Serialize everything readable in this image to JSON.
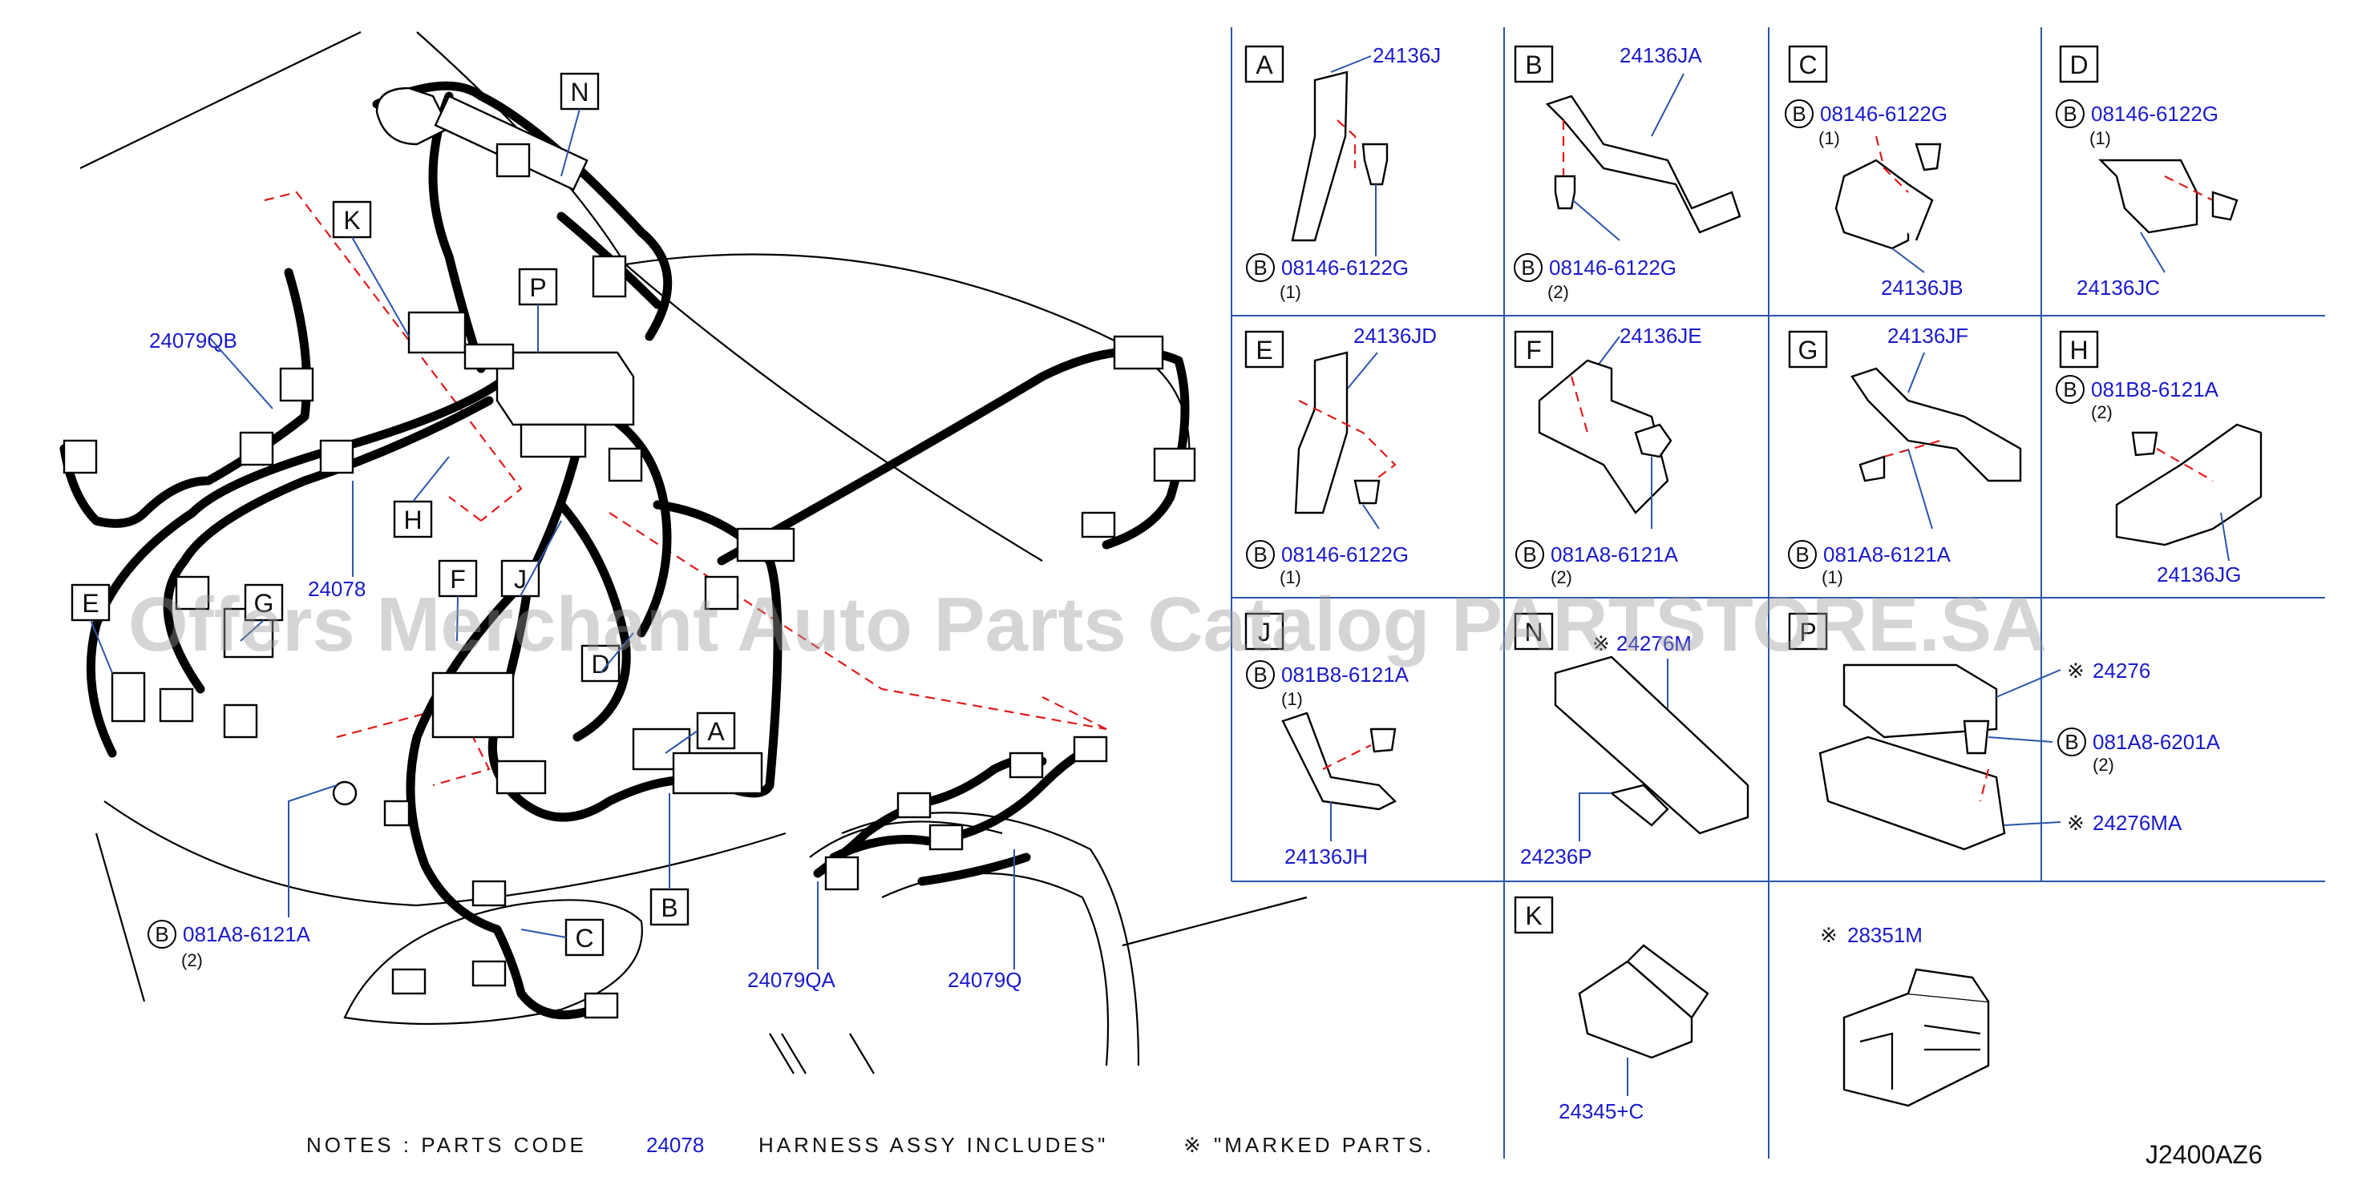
{
  "diagram_code": "J2400AZ6",
  "watermark": "Offers Merchant Auto Parts Catalog PARTSTORE.SA",
  "notes": {
    "prefix": "NOTES  :  PARTS  CODE",
    "code": "24078",
    "middle": "HARNESS  ASSY  INCLUDES\"",
    "mark": "※",
    "suffix": "\"MARKED  PARTS."
  },
  "main_view": {
    "callouts": [
      "A",
      "B",
      "C",
      "E",
      "F",
      "G",
      "H",
      "J",
      "K",
      "N",
      "P"
    ],
    "callout_d": "D",
    "parts": {
      "p24079QB": "24079QB",
      "p24078": "24078",
      "p24079QA": "24079QA",
      "p24079Q": "24079Q",
      "bolt": "081A8-6121A",
      "bolt_qty": "(2)",
      "bolt_circle": "B"
    }
  },
  "panels": {
    "A": {
      "letter": "A",
      "p1": "24136J",
      "p2": "08146-6122G",
      "qty": "(1)",
      "circle": "B"
    },
    "B": {
      "letter": "B",
      "p1": "24136JA",
      "p2": "08146-6122G",
      "qty": "(2)",
      "circle": "B"
    },
    "C": {
      "letter": "C",
      "p1": "08146-6122G",
      "qty": "(1)",
      "p2": "24136JB",
      "circle": "B"
    },
    "D": {
      "letter": "D",
      "p1": "08146-6122G",
      "qty": "(1)",
      "p2": "24136JC",
      "circle": "B"
    },
    "E": {
      "letter": "E",
      "p1": "24136JD",
      "p2": "08146-6122G",
      "qty": "(1)",
      "circle": "B"
    },
    "F": {
      "letter": "F",
      "p1": "24136JE",
      "p2": "081A8-6121A",
      "qty": "(2)",
      "circle": "B"
    },
    "G": {
      "letter": "G",
      "p1": "24136JF",
      "p2": "081A8-6121A",
      "qty": "(1)",
      "circle": "B"
    },
    "H": {
      "letter": "H",
      "p1": "081B8-6121A",
      "qty": "(2)",
      "p2": "24136JG",
      "circle": "B"
    },
    "J": {
      "letter": "J",
      "p1": "081B8-6121A",
      "qty": "(1)",
      "p2": "24136JH",
      "circle": "B"
    },
    "N": {
      "letter": "N",
      "mark": "※",
      "p1": "24276M",
      "p2": "24236P"
    },
    "P": {
      "letter": "P",
      "mark": "※",
      "p1": "24276",
      "p2": "081A8-6201A",
      "qty": "(2)",
      "p3": "24276MA",
      "circle": "B"
    },
    "K": {
      "letter": "K",
      "p1": "24345+C"
    },
    "X": {
      "mark": "※",
      "p1": "28351M"
    }
  }
}
